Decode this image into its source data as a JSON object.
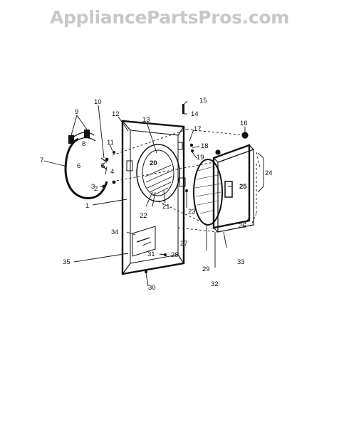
{
  "watermark": "AppliancePartsPros.com",
  "colors": {
    "line": "#111111",
    "watermark": "#c8c8c8"
  },
  "labels": [
    {
      "id": "1",
      "text": "1"
    },
    {
      "id": "2",
      "text": "2"
    },
    {
      "id": "3",
      "text": "3"
    },
    {
      "id": "4",
      "text": "4"
    },
    {
      "id": "5",
      "text": "5"
    },
    {
      "id": "6",
      "text": "6"
    },
    {
      "id": "7",
      "text": "7"
    },
    {
      "id": "8",
      "text": "8"
    },
    {
      "id": "9",
      "text": "9"
    },
    {
      "id": "10",
      "text": "10"
    },
    {
      "id": "11",
      "text": "11"
    },
    {
      "id": "12",
      "text": "12"
    },
    {
      "id": "13",
      "text": "13"
    },
    {
      "id": "14",
      "text": "14"
    },
    {
      "id": "15",
      "text": "15"
    },
    {
      "id": "16",
      "text": "16"
    },
    {
      "id": "17",
      "text": "17"
    },
    {
      "id": "18",
      "text": "18"
    },
    {
      "id": "19",
      "text": "19"
    },
    {
      "id": "20",
      "text": "20"
    },
    {
      "id": "21",
      "text": "21"
    },
    {
      "id": "22",
      "text": "22"
    },
    {
      "id": "23",
      "text": "23"
    },
    {
      "id": "24",
      "text": "24"
    },
    {
      "id": "25",
      "text": "25"
    },
    {
      "id": "26",
      "text": "26"
    },
    {
      "id": "27",
      "text": "27"
    },
    {
      "id": "28",
      "text": "28"
    },
    {
      "id": "29",
      "text": "29"
    },
    {
      "id": "30",
      "text": "30"
    },
    {
      "id": "31",
      "text": "31"
    },
    {
      "id": "32",
      "text": "32"
    },
    {
      "id": "33",
      "text": "33"
    },
    {
      "id": "34",
      "text": "34"
    },
    {
      "id": "35",
      "text": "35"
    }
  ]
}
